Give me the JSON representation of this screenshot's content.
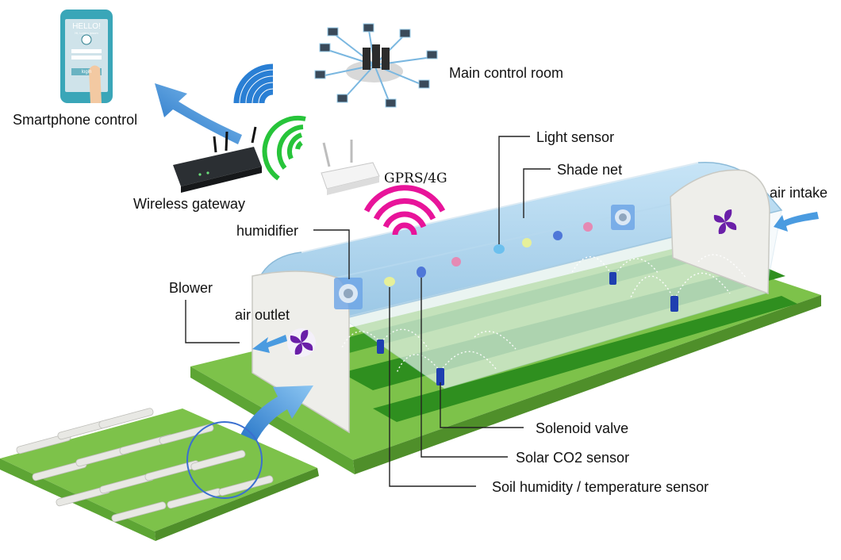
{
  "phone": {
    "greeting": "HELLO!",
    "subtitle": "Hi, Lorem Ipsum",
    "button": "login"
  },
  "labels": {
    "smartphone_control": "Smartphone control",
    "wireless_gateway": "Wireless gateway",
    "main_control_room": "Main control room",
    "gprs": "GPRS/4G",
    "light_sensor": "Light sensor",
    "shade_net": "Shade net",
    "air_intake": "air intake",
    "humidifier": "humidifier",
    "blower": "Blower",
    "air_outlet": "air outlet",
    "solenoid_valve": "Solenoid valve",
    "solar_co2_sensor": "Solar CO2 sensor",
    "soil_sensor": "Soil humidity / temperature sensor"
  },
  "colors": {
    "ground_light": "#7dc24a",
    "ground_dark": "#2f8f1f",
    "roof": "#a9d4ee",
    "wall": "#eeeeea",
    "wifi_blue": "#2a7fd4",
    "wifi_green": "#27c43a",
    "wifi_magenta": "#e8149a",
    "arrow_blue": "#4a9be0",
    "valve": "#1f3fb0"
  }
}
